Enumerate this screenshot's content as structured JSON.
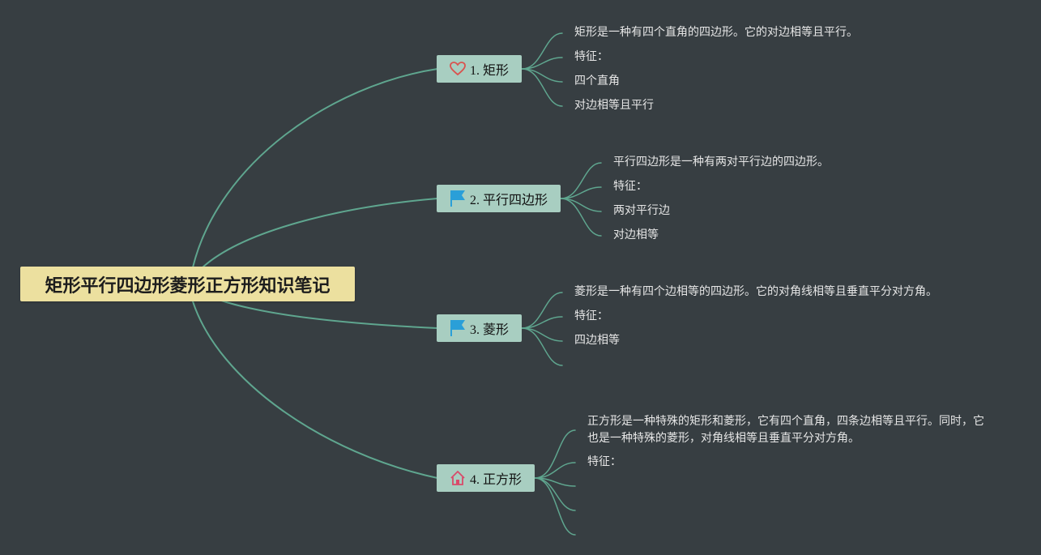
{
  "root": {
    "title": "矩形平行四边形菱形正方形知识笔记",
    "color": "#ece09f"
  },
  "topics": [
    {
      "label": "1. 矩形",
      "icon": "heart-icon",
      "icon_color": "#d9534f",
      "children": [
        "矩形是一种有四个直角的四边形。它的对边相等且平行。",
        "特征：",
        "四个直角",
        "对边相等且平行"
      ]
    },
    {
      "label": "2. 平行四边形",
      "icon": "flag-icon",
      "icon_color": "#2a9fd8",
      "children": [
        "平行四边形是一种有两对平行边的四边形。",
        "特征：",
        "两对平行边",
        "对边相等"
      ]
    },
    {
      "label": "3. 菱形",
      "icon": "flag-icon",
      "icon_color": "#2a9fd8",
      "children": [
        "菱形是一种有四个边相等的四边形。它的对角线相等且垂直平分对方角。",
        "特征：",
        "四边相等",
        ""
      ]
    },
    {
      "label": "4. 正方形",
      "icon": "home-icon",
      "icon_color": "#d94a6a",
      "children": [
        "正方形是一种特殊的矩形和菱形，它有四个直角，四条边相等且平行。同时，它也是一种特殊的菱形，对角线相等且垂直平分对方角。",
        "特征：",
        "",
        "",
        ""
      ]
    }
  ],
  "colors": {
    "background": "#373e42",
    "line": "#5fa68f",
    "topic_fill": "#a8cec1",
    "leaf_text": "#e6e6e6"
  }
}
